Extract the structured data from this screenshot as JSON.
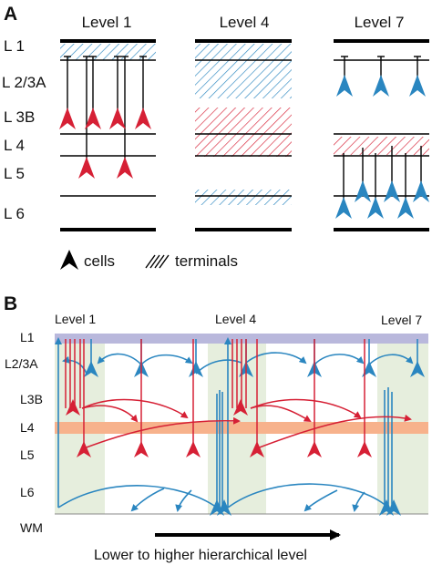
{
  "panel_a": {
    "letter": "A",
    "levels": [
      "Level 1",
      "Level 4",
      "Level 7"
    ],
    "layers": [
      "L 1",
      "L 2/3A",
      "L 3B",
      "L 4",
      "L 5",
      "L 6"
    ],
    "legend": {
      "cells": "cells",
      "terminals": "terminals"
    }
  },
  "panel_b": {
    "letter": "B",
    "levels": [
      "Level 1",
      "Level 4",
      "Level 7"
    ],
    "layers": [
      "L1",
      "L2/3A",
      "L3B",
      "L4",
      "L5",
      "L6",
      "WM"
    ],
    "axis_label": "Lower to higher hierarchical level"
  },
  "colors": {
    "feedforward": "#d62035",
    "feedback": "#2a86c0",
    "layer1_band": "#b9b8dc",
    "layer4_band": "#f7b28c",
    "column_shade": "#e6eedd"
  }
}
